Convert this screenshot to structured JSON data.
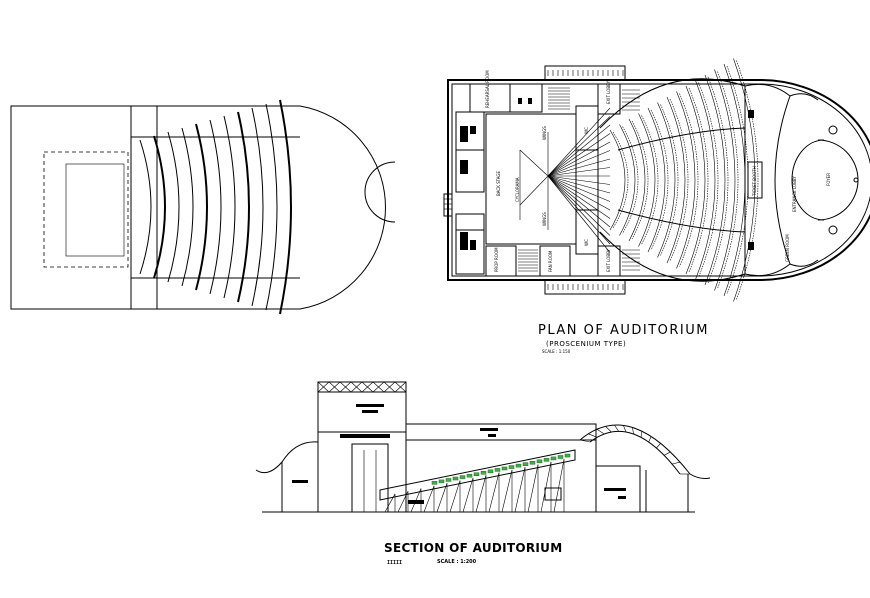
{
  "plan": {
    "title": "PLAN OF AUDITORIUM",
    "subtitle": "(PROSCENIUM TYPE)",
    "scale": "SCALE : 1:150",
    "rooms": {
      "back_stage": "BACK STAGE",
      "cyclorama": "CYCLORAMA",
      "wings_top": "WINGS",
      "wings_bottom": "WINGS",
      "prop_room": "PROP ROOM",
      "rehearsal_room": "REHEARSAL ROOM",
      "entrance_lobby": "ENTRANCE LOBBY",
      "exit_lobby_top": "EXIT LOBBY",
      "exit_lobby_bottom": "EXIT LOBBY",
      "foyer": "FOYER",
      "wc_top": "WC",
      "wc_bottom": "WC",
      "fan_room": "FAN ROOM",
      "ticket_booth": "TICKET BOOTH",
      "green_room": "GREEN ROOM"
    }
  },
  "section": {
    "title": "SECTION OF  AUDITORIUM",
    "scale": "SCALE : 1:200"
  }
}
